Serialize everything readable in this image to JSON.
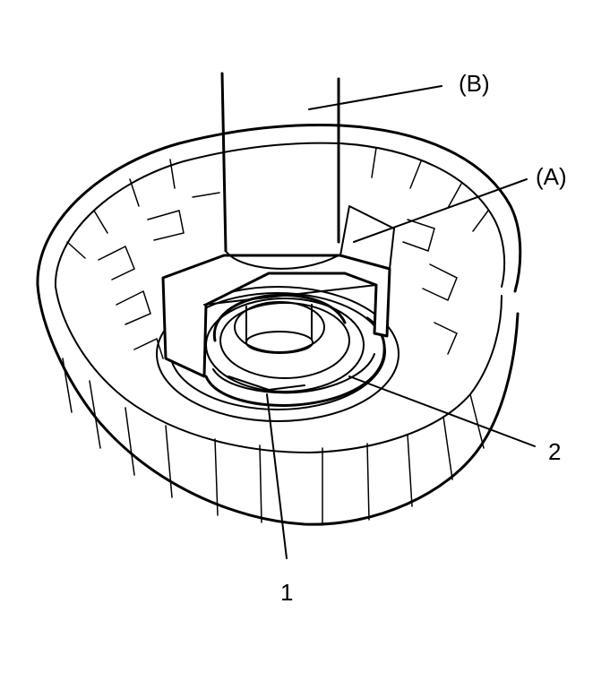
{
  "callouts": {
    "tool_b": "(B)",
    "tool_a": "(A)",
    "part_2": "2",
    "part_1": "1"
  }
}
